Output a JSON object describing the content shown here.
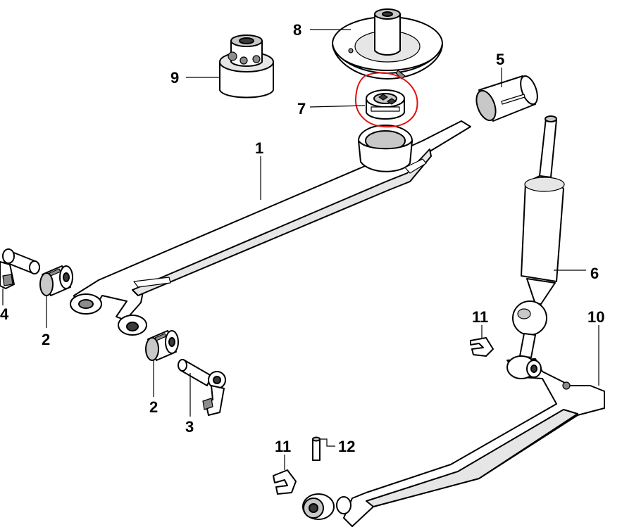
{
  "callouts": {
    "c1": "1",
    "c2a": "2",
    "c2b": "2",
    "c3": "3",
    "c4": "4",
    "c5": "5",
    "c6": "6",
    "c7": "7",
    "c8": "8",
    "c9": "9",
    "c10": "10",
    "c11a": "11",
    "c11b": "11",
    "c12": "12"
  },
  "colors": {
    "highlight_circle": "#e01010",
    "line_art": "#000000",
    "background": "#ffffff"
  }
}
